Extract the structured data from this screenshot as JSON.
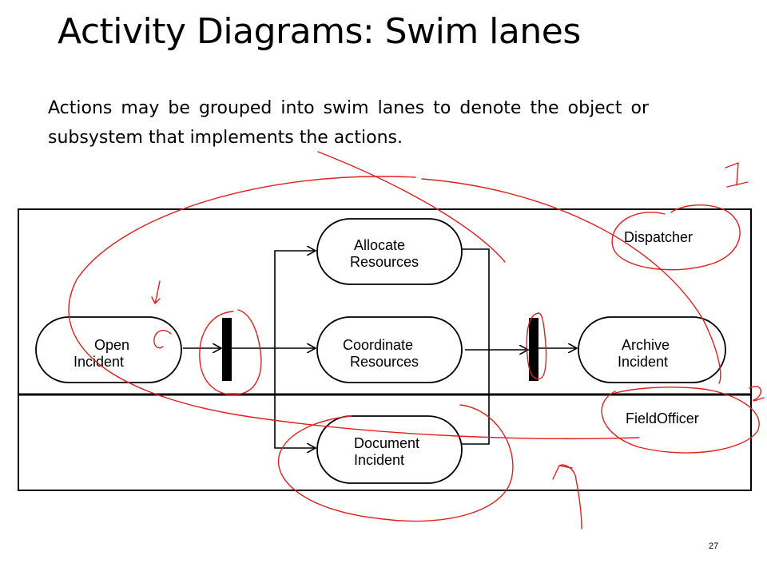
{
  "slide": {
    "title": "Activity Diagrams: Swim lanes",
    "body": "Actions may be grouped into swim lanes to denote the object or subsystem that implements the actions.",
    "page_number": "27"
  },
  "diagram": {
    "lanes": [
      {
        "label": "Dispatcher"
      },
      {
        "label": "FieldOfficer"
      }
    ],
    "actions": {
      "open_incident": [
        "Open",
        "Incident"
      ],
      "allocate_resources": [
        "Allocate",
        "Resources"
      ],
      "coordinate_resources": [
        "Coordinate",
        "Resources"
      ],
      "document_incident": [
        "Document",
        "Incident"
      ],
      "archive_incident": [
        "Archive",
        "Incident"
      ]
    }
  },
  "annotations": {
    "handwritten_marks": [
      "1",
      "2"
    ],
    "ink_color": "#e0201e"
  },
  "colors": {
    "diagram_line": "#000000",
    "background": "#ffffff"
  }
}
